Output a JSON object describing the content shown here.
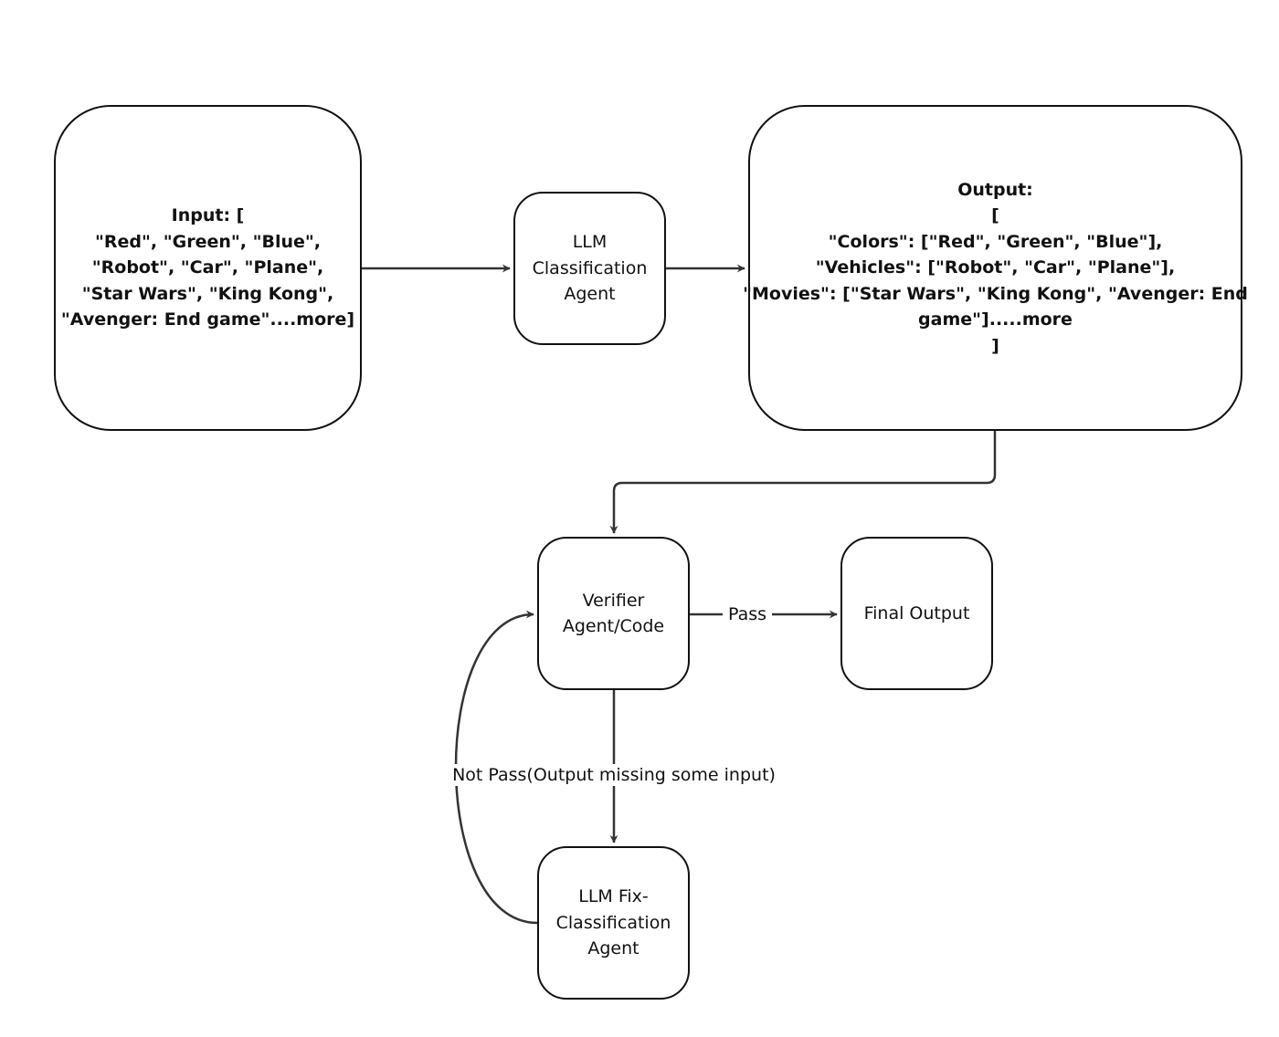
{
  "nodes": {
    "input": {
      "lines": [
        "Input: [",
        "\"Red\", \"Green\", \"Blue\",",
        "\"Robot\", \"Car\", \"Plane\",",
        "\"Star Wars\", \"King Kong\",",
        "\"Avenger: End game\"....more]"
      ]
    },
    "llm_classification": {
      "lines": [
        "LLM",
        "Classification",
        "Agent"
      ]
    },
    "output": {
      "lines": [
        "Output:",
        "[",
        "\"Colors\": [\"Red\", \"Green\", \"Blue\"],",
        "\"Vehicles\": [\"Robot\", \"Car\", \"Plane\"],",
        "\"Movies\": [\"Star Wars\", \"King Kong\", \"Avenger: End",
        "game\"].....more",
        "]"
      ]
    },
    "verifier": {
      "lines": [
        "Verifier",
        "Agent/Code"
      ]
    },
    "final_output": {
      "lines": [
        "Final Output"
      ]
    },
    "fix_classification": {
      "lines": [
        "LLM Fix-",
        "Classification",
        "Agent"
      ]
    }
  },
  "edges": {
    "pass_label": "Pass",
    "not_pass_label": "Not Pass(Output missing some input)"
  },
  "colors": {
    "stroke": "#111111",
    "arrow": "#333333",
    "background": "#ffffff"
  }
}
